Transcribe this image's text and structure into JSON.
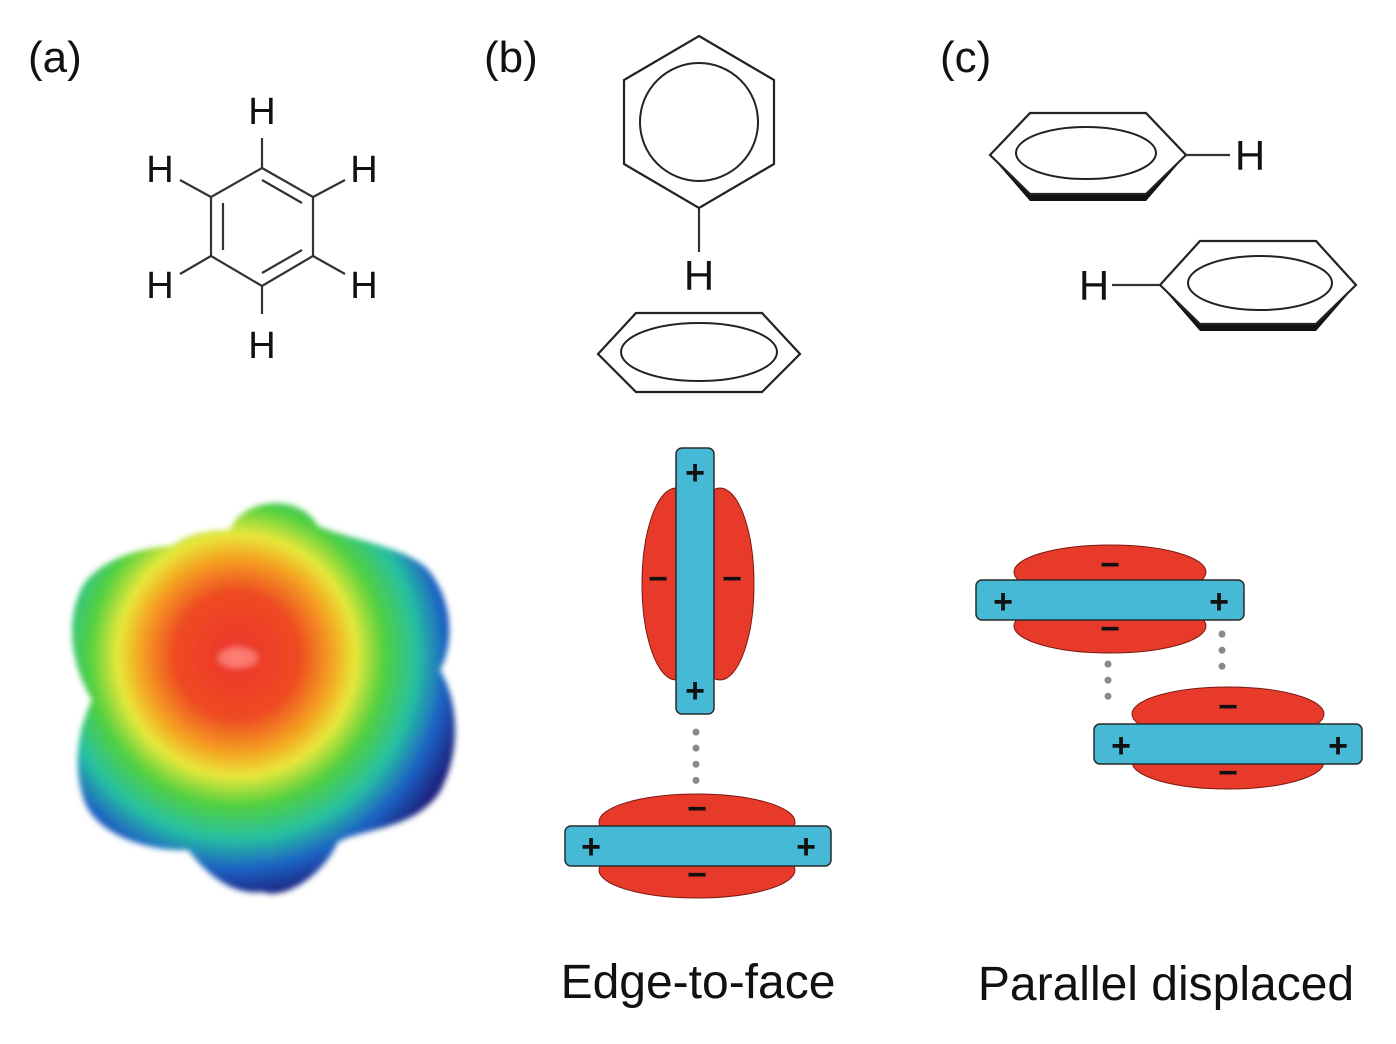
{
  "panels": {
    "a": {
      "label": "(a)"
    },
    "b": {
      "label": "(b)",
      "caption": "Edge-to-face"
    },
    "c": {
      "label": "(c)",
      "caption": "Parallel displaced"
    }
  },
  "atoms": {
    "hydrogen": "H"
  },
  "signs": {
    "positive": "+",
    "negative": "−"
  },
  "colors": {
    "quadrupole_bar": "#45b9d6",
    "quadrupole_lobe": "#e83a2a",
    "contact_dots": "#8a8a8a",
    "esp_positive": "#1a237e",
    "esp_negative": "#e53935"
  }
}
